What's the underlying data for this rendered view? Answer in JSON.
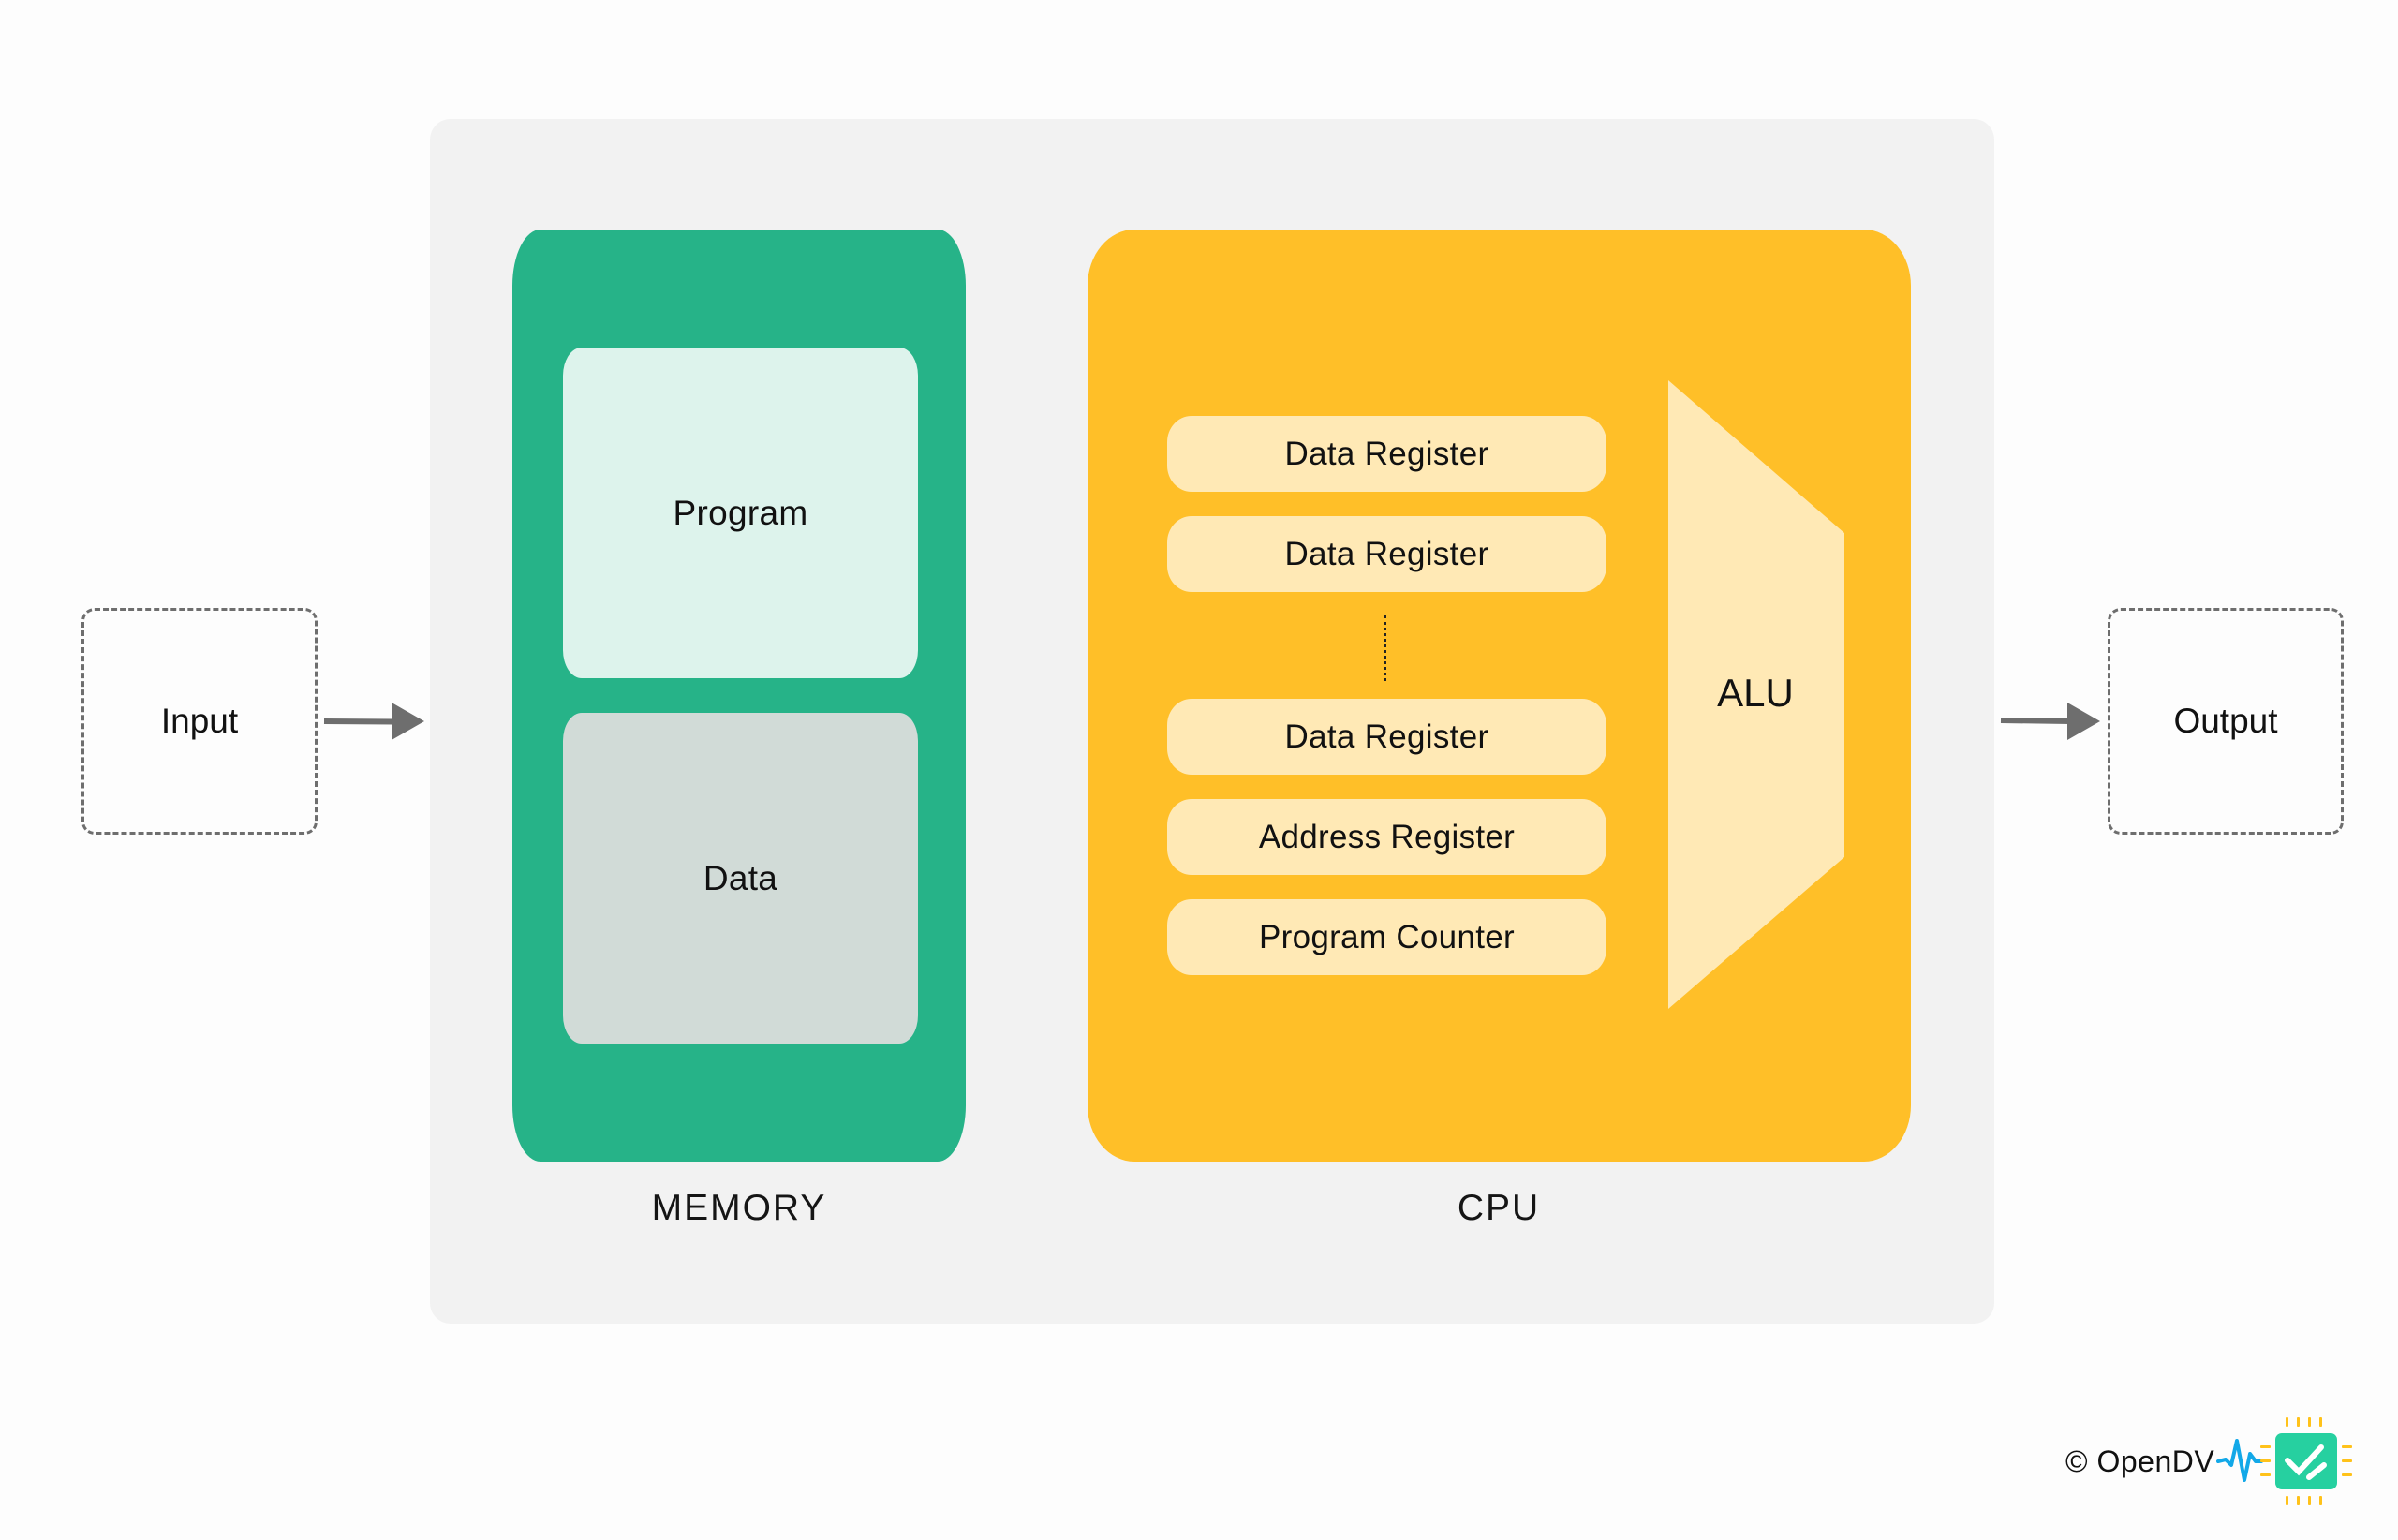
{
  "diagram": {
    "title": "Von Neumann computer architecture",
    "input": {
      "label": "Input"
    },
    "output": {
      "label": "Output"
    },
    "memory": {
      "section_label": "MEMORY",
      "blocks": [
        {
          "label": "Program"
        },
        {
          "label": "Data"
        }
      ]
    },
    "cpu": {
      "section_label": "CPU",
      "registers": [
        {
          "label": "Data Register"
        },
        {
          "label": "Data Register"
        },
        {
          "label": "Data Register"
        },
        {
          "label": "Address Register"
        },
        {
          "label": "Program Counter"
        }
      ],
      "ellipsis_between": [
        1,
        2
      ],
      "alu": {
        "label": "ALU"
      }
    },
    "connections": [
      {
        "from": "Input",
        "to": "Processing unit (Memory + CPU)",
        "type": "arrow"
      },
      {
        "from": "Processing unit (Memory + CPU)",
        "to": "Output",
        "type": "arrow"
      }
    ]
  },
  "footer": {
    "copyright": "© OpenDV",
    "logo_icon": "chip-check-pulse-logo"
  },
  "colors": {
    "background": "#fdfdfd",
    "panel": "#f2f2f2",
    "memory": "#26b388",
    "program_block": "#ddf3ec",
    "data_block": "#d1dbd7",
    "cpu": "#ffbf28",
    "register": "#ffe9b5",
    "alu": "#ffe9b5",
    "arrow": "#6e6e6e",
    "logo_chip": "#26d0a0",
    "logo_pins": "#ffc21a",
    "logo_pulse": "#12a8e8"
  }
}
